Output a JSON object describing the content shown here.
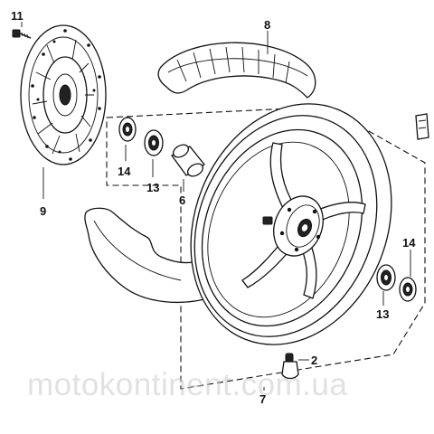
{
  "callouts": {
    "bolt": "11",
    "tire": "8",
    "disc": "9",
    "bearing_left": "14",
    "bearing_left_inner": "13",
    "collar": "6",
    "bearing_right": "14",
    "bearing_right_inner": "13",
    "valve": "2",
    "rim": "7"
  },
  "watermark": "motokontinent.com.ua"
}
